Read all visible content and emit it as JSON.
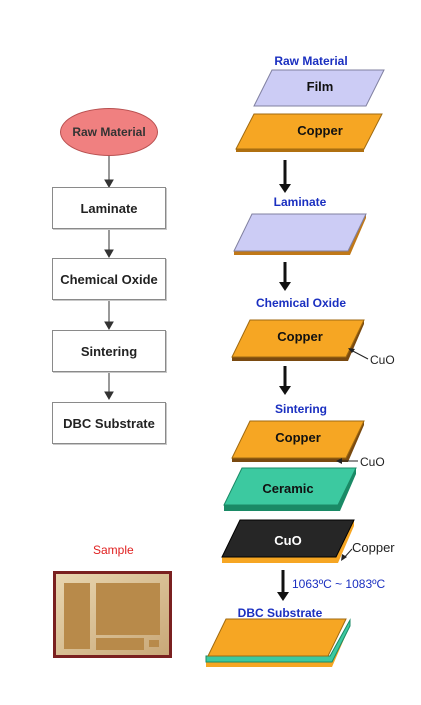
{
  "flowchart": {
    "start": "Raw Material",
    "steps": [
      "Laminate",
      "Chemical Oxide",
      "Sintering",
      "DBC Substrate"
    ]
  },
  "process": {
    "raw_material_title": "Raw Material",
    "film_label": "Film",
    "copper_label": "Copper",
    "laminate_title": "Laminate",
    "chemical_oxide_title": "Chemical Oxide",
    "oxide_copper_label": "Copper",
    "cuo_annotation": "CuO",
    "sintering_title": "Sintering",
    "sinter_copper_label": "Copper",
    "sinter_cuo_annotation": "CuO",
    "ceramic_label": "Ceramic",
    "cuo_plate_label": "CuO",
    "copper_annotation": "Copper",
    "temperature_range": "1063ºC ~ 1083ºC",
    "dbc_title": "DBC Substrate"
  },
  "sample": {
    "label": "Sample"
  },
  "colors": {
    "copper": "#f6a623",
    "film": "#ccccf5",
    "ceramic": "#3cc9a0",
    "cuo_plate": "#262626",
    "oval": "#f08080",
    "title_blue": "#1a2fc0",
    "sample_red": "#e02020"
  }
}
